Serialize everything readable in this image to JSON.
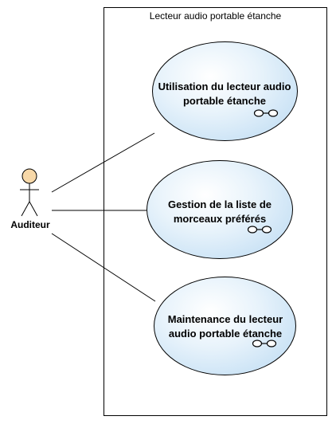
{
  "system": {
    "title": "Lecteur audio portable étanche"
  },
  "actor": {
    "name": "Auditeur"
  },
  "use_cases": [
    {
      "line1": "Utilisation du lecteur audio",
      "line2": "portable étanche",
      "icon": "realization-link-icon"
    },
    {
      "line1": "Gestion de la liste de",
      "line2": "morceaux préférés",
      "icon": "realization-link-icon"
    },
    {
      "line1": "Maintenance du lecteur",
      "line2": "audio portable étanche",
      "icon": "realization-link-icon"
    }
  ],
  "colors": {
    "actor_head_fill": "#f7d8a8",
    "usecase_fill_edge": "#b9d9f2",
    "stroke": "#000000"
  }
}
